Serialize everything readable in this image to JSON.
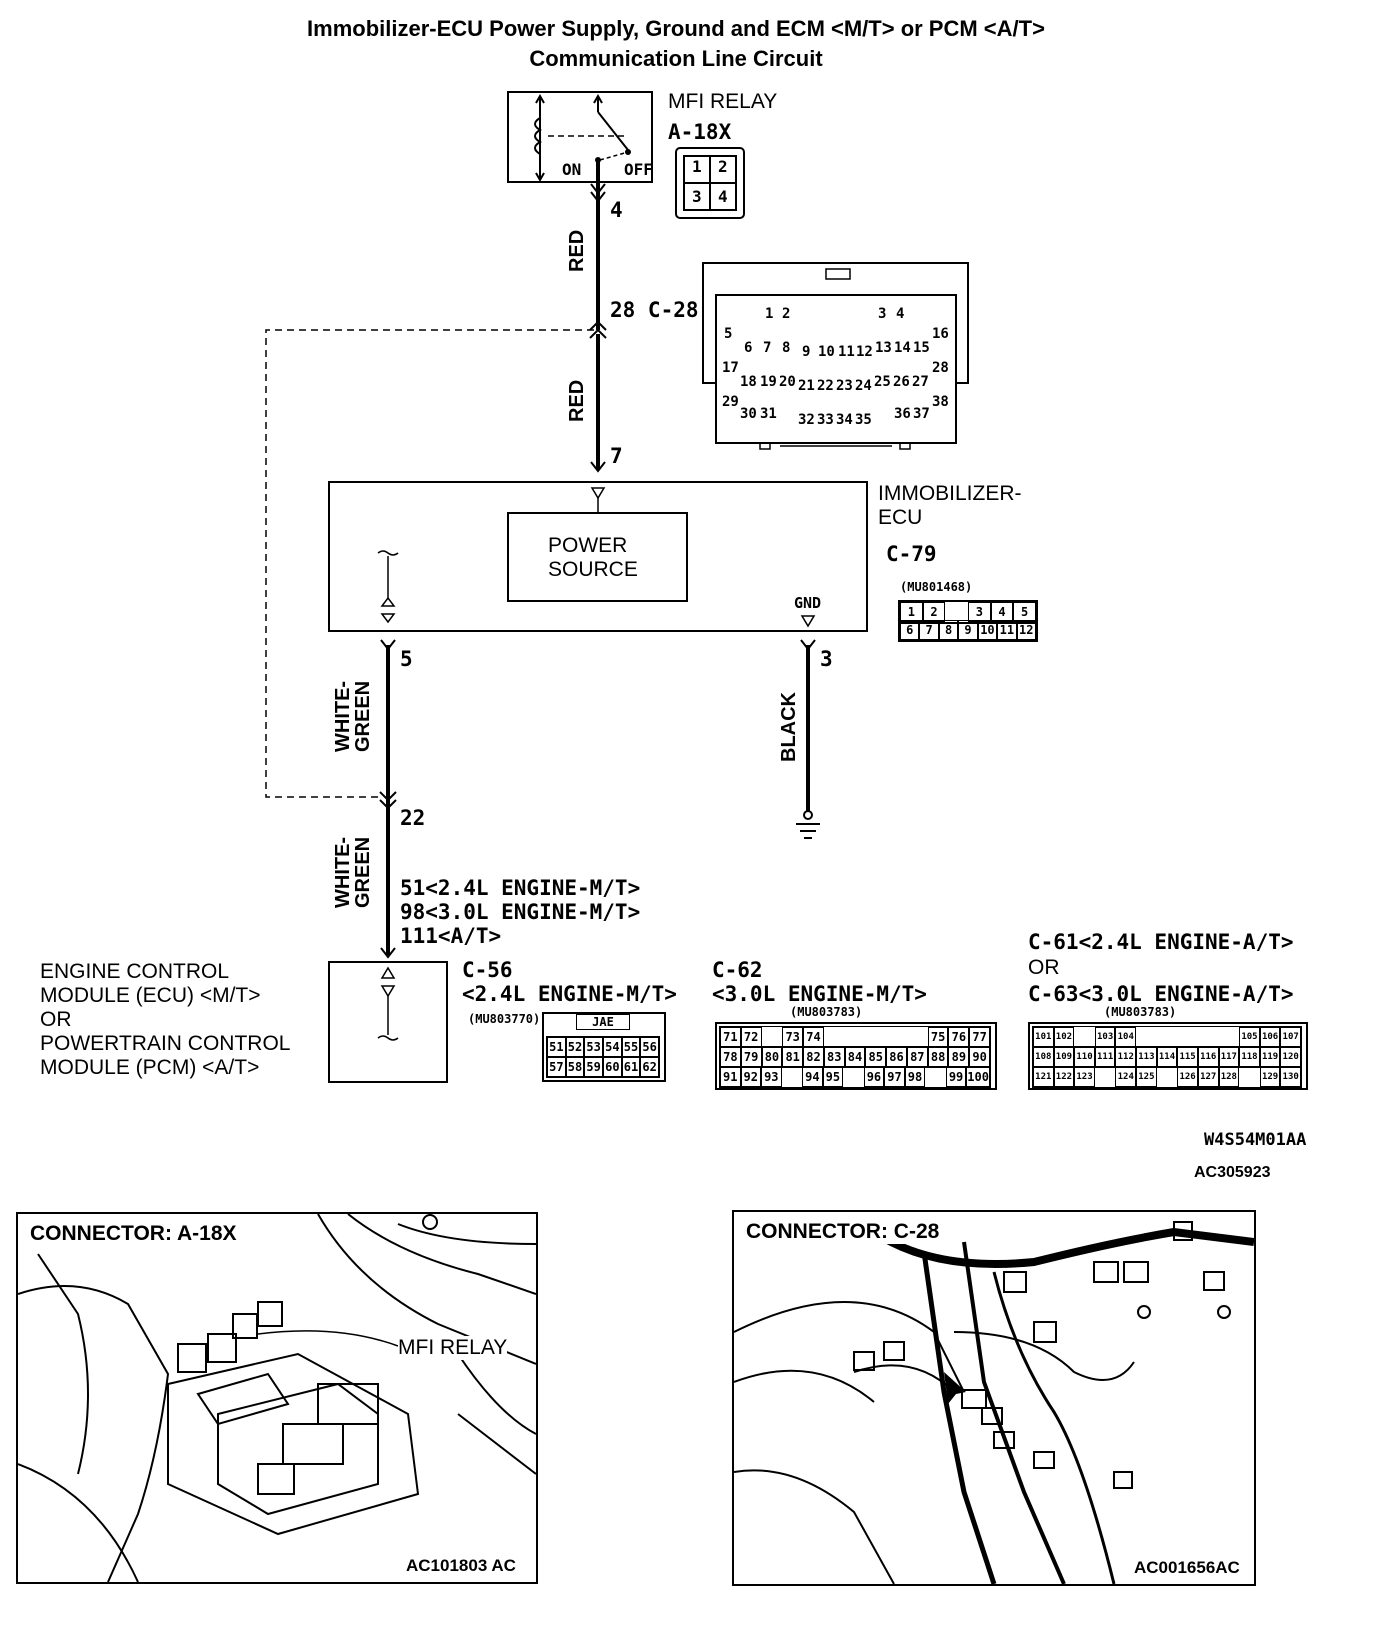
{
  "title": {
    "line1": "Immobilizer-ECU Power Supply, Ground and ECM <M/T> or PCM <A/T>",
    "line2": "Communication Line Circuit"
  },
  "mfi_relay": {
    "name": "MFI RELAY",
    "connector": "A-18X",
    "on_label": "ON",
    "off_label": "OFF",
    "pins": [
      "1",
      "2",
      "3",
      "4"
    ]
  },
  "wires": {
    "pin4": "4",
    "red1": "RED",
    "c28_pin": "28 C-28",
    "red2": "RED",
    "pin7": "7",
    "pin5": "5",
    "wg1": "WHITE-\nGREEN",
    "pin3": "3",
    "black": "BLACK",
    "pin22": "22",
    "wg2": "WHITE-\nGREEN",
    "ecm_pin1": "51<2.4L ENGINE-M/T>",
    "ecm_pin2": "98<3.0L ENGINE-M/T>",
    "ecm_pin3": "111<A/T>"
  },
  "c28": {
    "pins": [
      "1",
      "2",
      "3",
      "4",
      "5",
      "6",
      "7",
      "8",
      "9",
      "10",
      "11",
      "12",
      "13",
      "14",
      "15",
      "16",
      "17",
      "18",
      "19",
      "20",
      "21",
      "22",
      "23",
      "24",
      "25",
      "26",
      "27",
      "28",
      "29",
      "30",
      "31",
      "32",
      "33",
      "34",
      "35",
      "36",
      "37",
      "38"
    ]
  },
  "immobilizer": {
    "name_line1": "IMMOBILIZER-",
    "name_line2": "ECU",
    "connector": "C-79",
    "part": "(MU801468)",
    "power_line1": "POWER",
    "power_line2": "SOURCE",
    "gnd": "GND",
    "pins_row1": [
      "1",
      "2",
      "",
      "3",
      "4",
      "5"
    ],
    "pins_row2": [
      "6",
      "7",
      "8",
      "9",
      "10",
      "11",
      "12"
    ]
  },
  "ecm": {
    "line1": "ENGINE CONTROL",
    "line2": "MODULE (ECU) <M/T>",
    "line3": "OR",
    "line4": "POWERTRAIN CONTROL",
    "line5": "MODULE (PCM) <A/T>"
  },
  "c56": {
    "name": "C-56",
    "variant": "<2.4L ENGINE-M/T>",
    "part": "(MU803770)",
    "maker": "JAE",
    "row1": [
      "51",
      "52",
      "53",
      "54",
      "55",
      "56"
    ],
    "row2": [
      "57",
      "58",
      "59",
      "60",
      "61",
      "62"
    ]
  },
  "c62": {
    "name": "C-62",
    "variant": "<3.0L ENGINE-M/T>",
    "part": "(MU803783)",
    "row1": [
      "71",
      "72",
      "",
      "73",
      "74",
      "",
      "",
      "",
      "",
      "75",
      "76",
      "77"
    ],
    "row2": [
      "78",
      "79",
      "80",
      "81",
      "82",
      "83",
      "84",
      "85",
      "86",
      "87",
      "88",
      "89",
      "90"
    ],
    "row3": [
      "91",
      "92",
      "93",
      "",
      "94",
      "95",
      "",
      "96",
      "97",
      "98",
      "",
      "99",
      "100"
    ]
  },
  "c61": {
    "name1": "C-61<2.4L ENGINE-A/T>",
    "or": "OR",
    "name2": "C-63<3.0L ENGINE-A/T>",
    "part": "(MU803783)",
    "row1": [
      "101",
      "102",
      "",
      "103",
      "104",
      "",
      "",
      "",
      "",
      "105",
      "106",
      "107"
    ],
    "row2": [
      "108",
      "109",
      "110",
      "111",
      "112",
      "113",
      "114",
      "115",
      "116",
      "117",
      "118",
      "119",
      "120"
    ],
    "row3": [
      "121",
      "122",
      "123",
      "",
      "124",
      "125",
      "",
      "126",
      "127",
      "128",
      "",
      "129",
      "130"
    ]
  },
  "codes": {
    "diagram": "W4S54M01AA",
    "ac": "AC305923"
  },
  "photo1": {
    "title": "CONNECTOR: A-18X",
    "callout": "MFI RELAY",
    "code": "AC101803 AC"
  },
  "photo2": {
    "title": "CONNECTOR: C-28",
    "code": "AC001656AC"
  }
}
